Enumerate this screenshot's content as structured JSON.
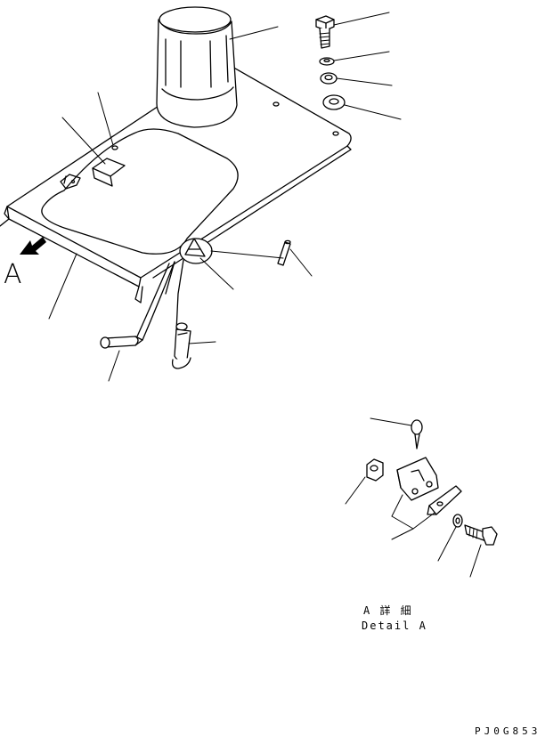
{
  "view_marker": {
    "letter": "A",
    "arrow_icon": "view-direction-arrow-icon"
  },
  "detail": {
    "title_ja": "A 詳 細",
    "title_en": "Detail A"
  },
  "drawing_code": "PJ0G853"
}
